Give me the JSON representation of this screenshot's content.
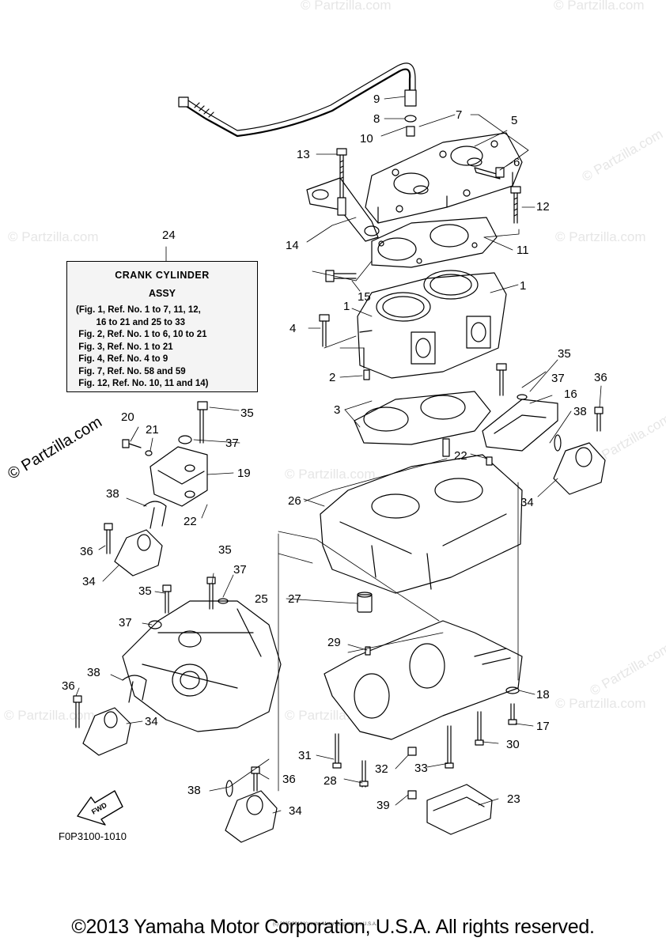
{
  "watermark": "© Partzilla.com",
  "watermark_big": "© Partzilla.com",
  "label_tag": {
    "title": "CRANK CYLINDER",
    "subtitle": "ASSY",
    "lines": [
      "(Fig. 1, Ref. No. 1 to 7, 11, 12,",
      "        16 to 21 and 25 to 33",
      " Fig. 2, Ref. No. 1 to 6, 10 to 21",
      " Fig. 3, Ref. No. 1 to 21",
      " Fig. 4, Ref. No. 4 to 9",
      " Fig. 7, Ref. No. 58 and 59",
      " Fig. 12, Ref. No. 10, 11 and 14)"
    ]
  },
  "fwd_label": "FWD",
  "figure_code": "F0P3100-1010",
  "small_copyright": "(c) 2005-2016 Yamaha Motor Corporation, U.S.A.",
  "copyright": "©2013 Yamaha Motor Corporation, U.S.A. All rights reserved.",
  "callouts": {
    "n1a": "1",
    "n1b": "1",
    "n2": "2",
    "n3": "3",
    "n4": "4",
    "n5": "5",
    "n6": "6",
    "n7": "7",
    "n8": "8",
    "n9": "9",
    "n10": "10",
    "n11": "11",
    "n12": "12",
    "n13": "13",
    "n14": "14",
    "n15": "15",
    "n16": "16",
    "n17": "17",
    "n18": "18",
    "n19": "19",
    "n20": "20",
    "n21": "21",
    "n22a": "22",
    "n22b": "22",
    "n23": "23",
    "n24": "24",
    "n25": "25",
    "n26": "26",
    "n27": "27",
    "n28": "28",
    "n29": "29",
    "n30": "30",
    "n31": "31",
    "n32": "32",
    "n33": "33",
    "n34a": "34",
    "n34b": "34",
    "n34c": "34",
    "n34d": "34",
    "n35a": "35",
    "n35b": "35",
    "n35c": "35",
    "n35d": "35",
    "n36a": "36",
    "n36b": "36",
    "n36c": "36",
    "n36d": "36",
    "n37a": "37",
    "n37b": "37",
    "n37c": "37",
    "n37d": "37",
    "n38a": "38",
    "n38b": "38",
    "n38c": "38",
    "n38d": "38",
    "n39": "39"
  }
}
